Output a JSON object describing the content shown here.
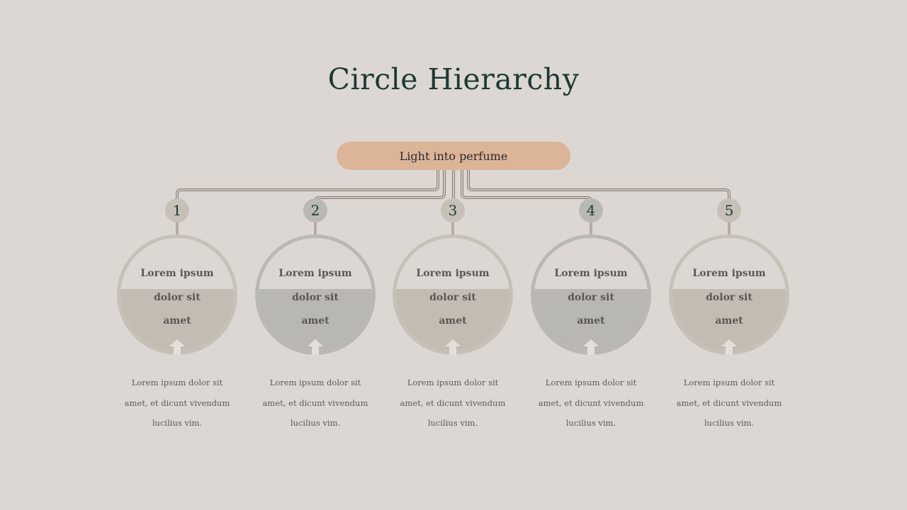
{
  "title": "Circle Hierarchy",
  "root_label": "Light into perfume",
  "colors": {
    "background": "#dcd7d3",
    "title": "#1b3a33",
    "root": "#dcb498",
    "connector": "#8e8078",
    "warm_ring": "#c7c0b7",
    "warm_fill": "#c3bcb2",
    "cool_ring": "#bab8b4",
    "cool_fill": "#b8b7b2"
  },
  "nodes": [
    {
      "number": "1",
      "label": [
        "Lorem ipsum",
        "dolor sit",
        "amet"
      ],
      "description": [
        "Lorem ipsum dolor sit",
        "amet, et dicunt vivendum",
        "lucilius vim."
      ],
      "tone": "warm"
    },
    {
      "number": "2",
      "label": [
        "Lorem ipsum",
        "dolor sit",
        "amet"
      ],
      "description": [
        "Lorem ipsum dolor sit",
        "amet, et dicunt vivendum",
        "lucilius vim."
      ],
      "tone": "cool"
    },
    {
      "number": "3",
      "label": [
        "Lorem ipsum",
        "dolor sit",
        "amet"
      ],
      "description": [
        "Lorem ipsum dolor sit",
        "amet, et dicunt vivendum",
        "lucilius vim."
      ],
      "tone": "warm"
    },
    {
      "number": "4",
      "label": [
        "Lorem ipsum",
        "dolor sit",
        "amet"
      ],
      "description": [
        "Lorem ipsum dolor sit",
        "amet, et dicunt vivendum",
        "lucilius vim."
      ],
      "tone": "cool"
    },
    {
      "number": "5",
      "label": [
        "Lorem ipsum",
        "dolor sit",
        "amet"
      ],
      "description": [
        "Lorem ipsum dolor sit",
        "amet, et dicunt vivendum",
        "lucilius vim."
      ],
      "tone": "warm"
    }
  ]
}
